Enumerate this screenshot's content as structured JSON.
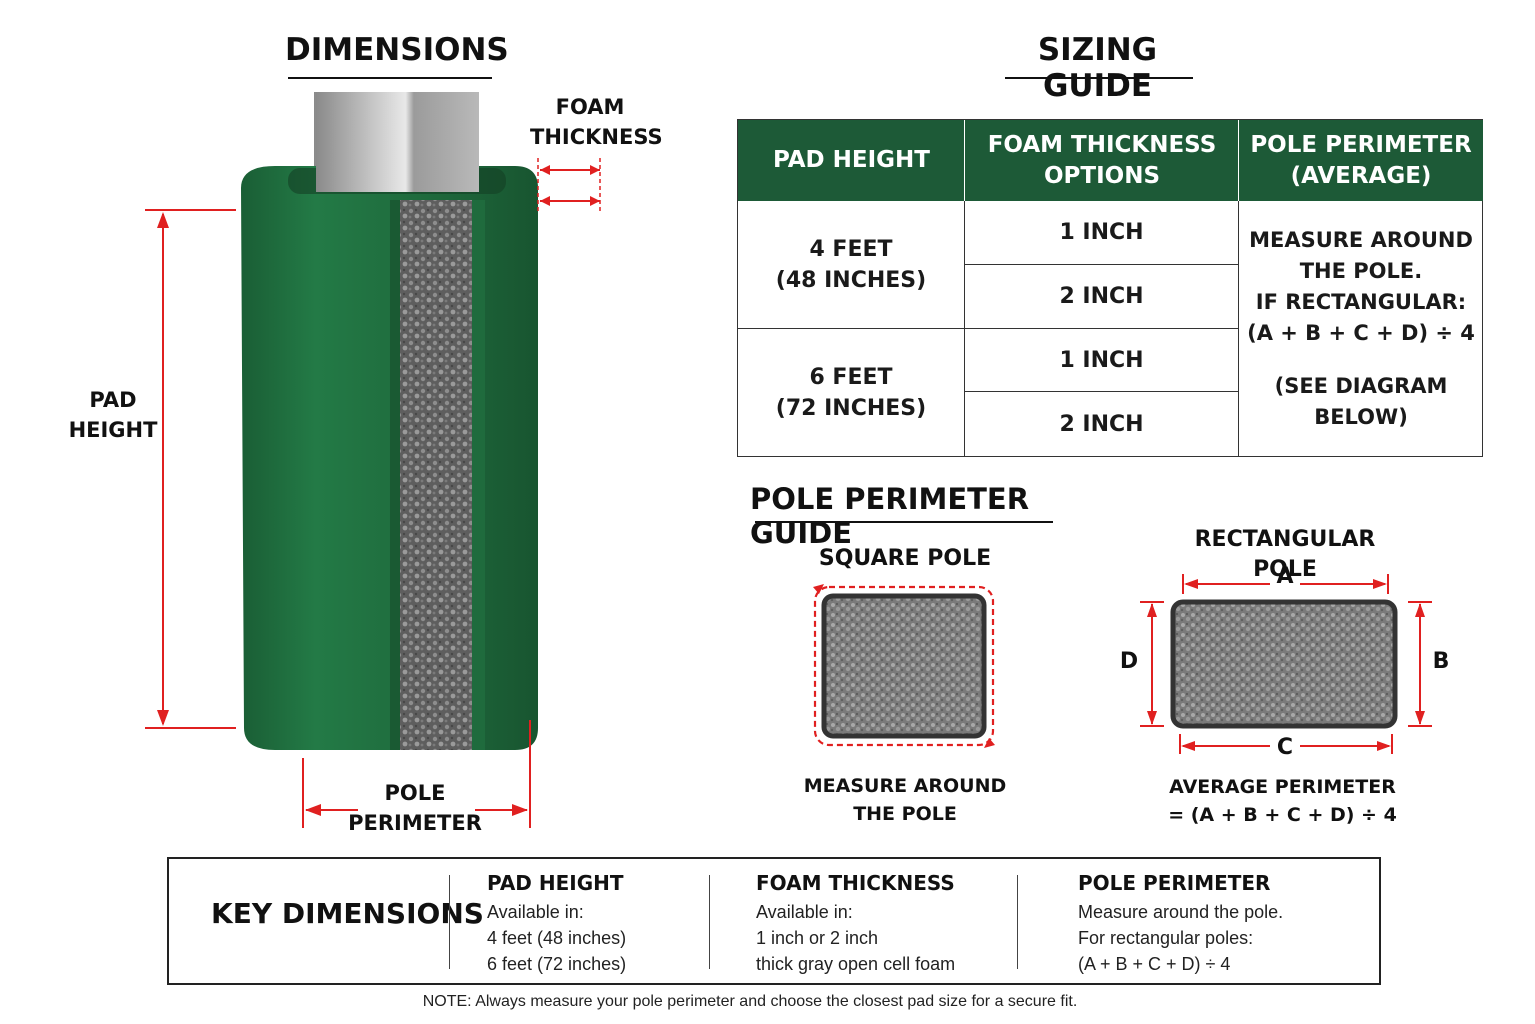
{
  "dimensions": {
    "heading": "DIMENSIONS",
    "foam_thickness_label": [
      "FOAM",
      "THICKNESS"
    ],
    "pad_height_label": [
      "PAD",
      "HEIGHT"
    ],
    "pole_perimeter_label": [
      "POLE",
      "PERIMETER"
    ]
  },
  "sizing_guide": {
    "heading": "SIZING GUIDE",
    "columns": [
      {
        "lines": [
          "PAD HEIGHT"
        ]
      },
      {
        "lines": [
          "FOAM THICKNESS",
          "OPTIONS"
        ]
      },
      {
        "lines": [
          "POLE PERIMETER",
          "(AVERAGE)"
        ]
      }
    ],
    "rows": [
      {
        "height": [
          "4 FEET",
          "(48 INCHES)"
        ],
        "thickness": [
          "1 INCH",
          "2 INCH"
        ]
      },
      {
        "height": [
          "6 FEET",
          "(72 INCHES)"
        ],
        "thickness": [
          "1 INCH",
          "2 INCH"
        ]
      }
    ],
    "perimeter_note": [
      "MEASURE AROUND",
      "THE POLE.",
      "IF RECTANGULAR:",
      "(A + B + C + D) ÷ 4",
      "(SEE DIAGRAM",
      "BELOW)"
    ]
  },
  "pole_perimeter_guide": {
    "heading": "POLE PERIMETER GUIDE",
    "square": {
      "title": "SQUARE POLE",
      "caption": [
        "MEASURE AROUND",
        "THE POLE"
      ]
    },
    "rectangular": {
      "title": "RECTANGULAR POLE",
      "labels": {
        "a": "A",
        "b": "B",
        "c": "C",
        "d": "D"
      },
      "caption": [
        "AVERAGE PERIMETER",
        "= (A + B + C + D) ÷ 4"
      ]
    }
  },
  "key_dimensions": {
    "title": "KEY DIMENSIONS",
    "sections": [
      {
        "heading": "PAD HEIGHT",
        "lines": [
          "Available in:",
          "4 feet (48 inches)",
          "6 feet (72 inches)"
        ]
      },
      {
        "heading": "FOAM THICKNESS",
        "lines": [
          "Available in:",
          "1 inch or 2 inch",
          "thick gray open cell foam"
        ]
      },
      {
        "heading": "POLE PERIMETER",
        "lines": [
          "Measure around the pole.",
          "For rectangular poles:",
          "(A + B + C + D) ÷ 4"
        ]
      }
    ]
  },
  "note": "NOTE: Always measure your pole perimeter and choose the closest pad size for a secure fit.",
  "colors": {
    "pad_green": "#1f6b3d",
    "header_green": "#1d5a37",
    "arrow_red": "#e02020",
    "foam_gray": "#6e6e6e"
  }
}
